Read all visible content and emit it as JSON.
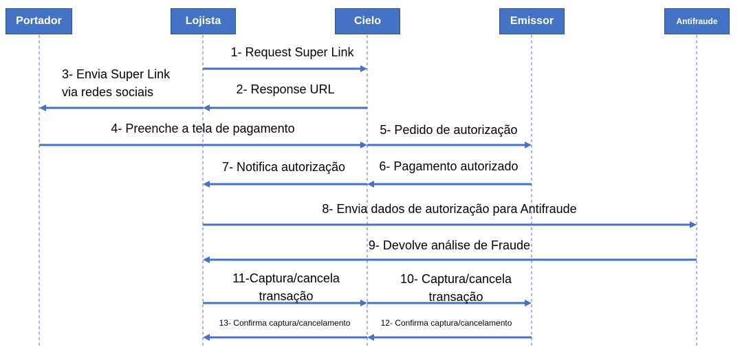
{
  "diagram": {
    "accent_color": "#4472c4",
    "actors": [
      {
        "id": "portador",
        "label": "Portador"
      },
      {
        "id": "lojista",
        "label": "Lojista"
      },
      {
        "id": "cielo",
        "label": "Cielo"
      },
      {
        "id": "emissor",
        "label": "Emissor"
      },
      {
        "id": "antifraude",
        "label": "Antifraude"
      }
    ],
    "messages": [
      {
        "from": "lojista",
        "to": "cielo",
        "label": "1- Request Super Link"
      },
      {
        "from": "cielo",
        "to": "lojista",
        "label": "2- Response URL"
      },
      {
        "from": "lojista",
        "to": "portador",
        "label": "3- Envia Super Link\nvia redes sociais"
      },
      {
        "from": "portador",
        "to": "cielo",
        "label": "4- Preenche a tela de pagamento"
      },
      {
        "from": "cielo",
        "to": "emissor",
        "label": "5- Pedido de autorização"
      },
      {
        "from": "emissor",
        "to": "cielo",
        "label": "6- Pagamento autorizado"
      },
      {
        "from": "cielo",
        "to": "lojista",
        "label": "7- Notifica autorização"
      },
      {
        "from": "lojista",
        "to": "antifraude",
        "label": "8- Envia dados de autorização para Antifraude"
      },
      {
        "from": "antifraude",
        "to": "lojista",
        "label": "9- Devolve análise de Fraude"
      },
      {
        "from": "cielo",
        "to": "emissor",
        "label": "10- Captura/cancela\ntransação"
      },
      {
        "from": "lojista",
        "to": "cielo",
        "label": "11-Captura/cancela\ntransação"
      },
      {
        "from": "emissor",
        "to": "cielo",
        "label": "12- Confirma captura/cancelamento"
      },
      {
        "from": "cielo",
        "to": "lojista",
        "label": "13- Confirma captura/cancelamento"
      }
    ]
  }
}
